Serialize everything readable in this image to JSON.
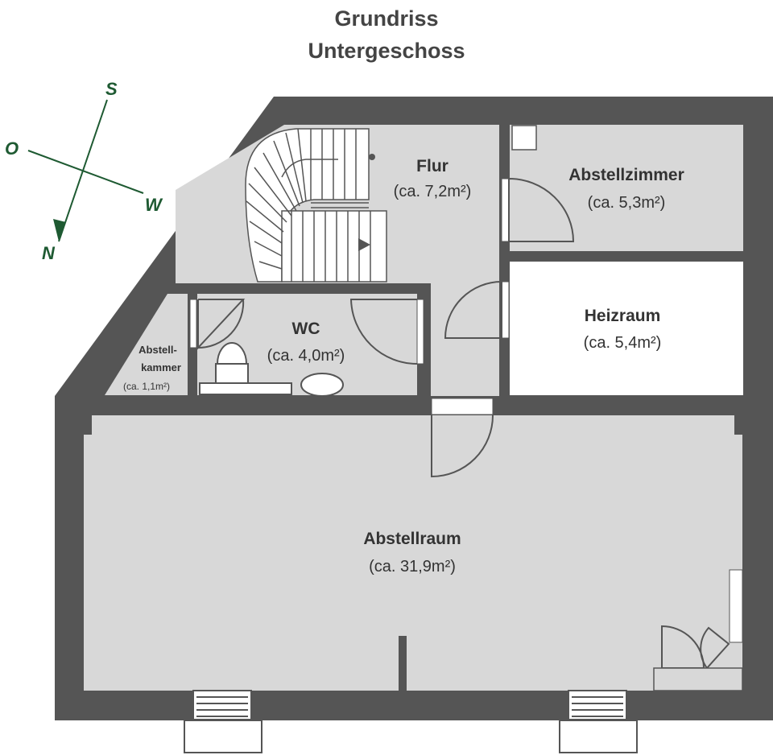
{
  "title": {
    "line1": "Grundriss",
    "line2": "Untergeschoss"
  },
  "compass": {
    "south": "S",
    "north": "N",
    "east": "O",
    "west": "W",
    "color": "#1e5a32"
  },
  "rooms": {
    "flur": {
      "name": "Flur",
      "area": "(ca. 7,2m²)"
    },
    "abstellzimmer": {
      "name": "Abstellzimmer",
      "area": "(ca. 5,3m²)"
    },
    "heizraum": {
      "name": "Heizraum",
      "area": "(ca. 5,4m²)"
    },
    "wc": {
      "name": "WC",
      "area": "(ca. 4,0m²)"
    },
    "abstellkammer": {
      "name1": "Abstell-",
      "name2": "kammer",
      "area": "(ca. 1,1m²)"
    },
    "abstellraum": {
      "name": "Abstellraum",
      "area": "(ca. 31,9m²)"
    }
  },
  "colors": {
    "wall": "#555555",
    "floor": "#d8d8d8",
    "white_room": "#ffffff",
    "line": "#555555"
  }
}
